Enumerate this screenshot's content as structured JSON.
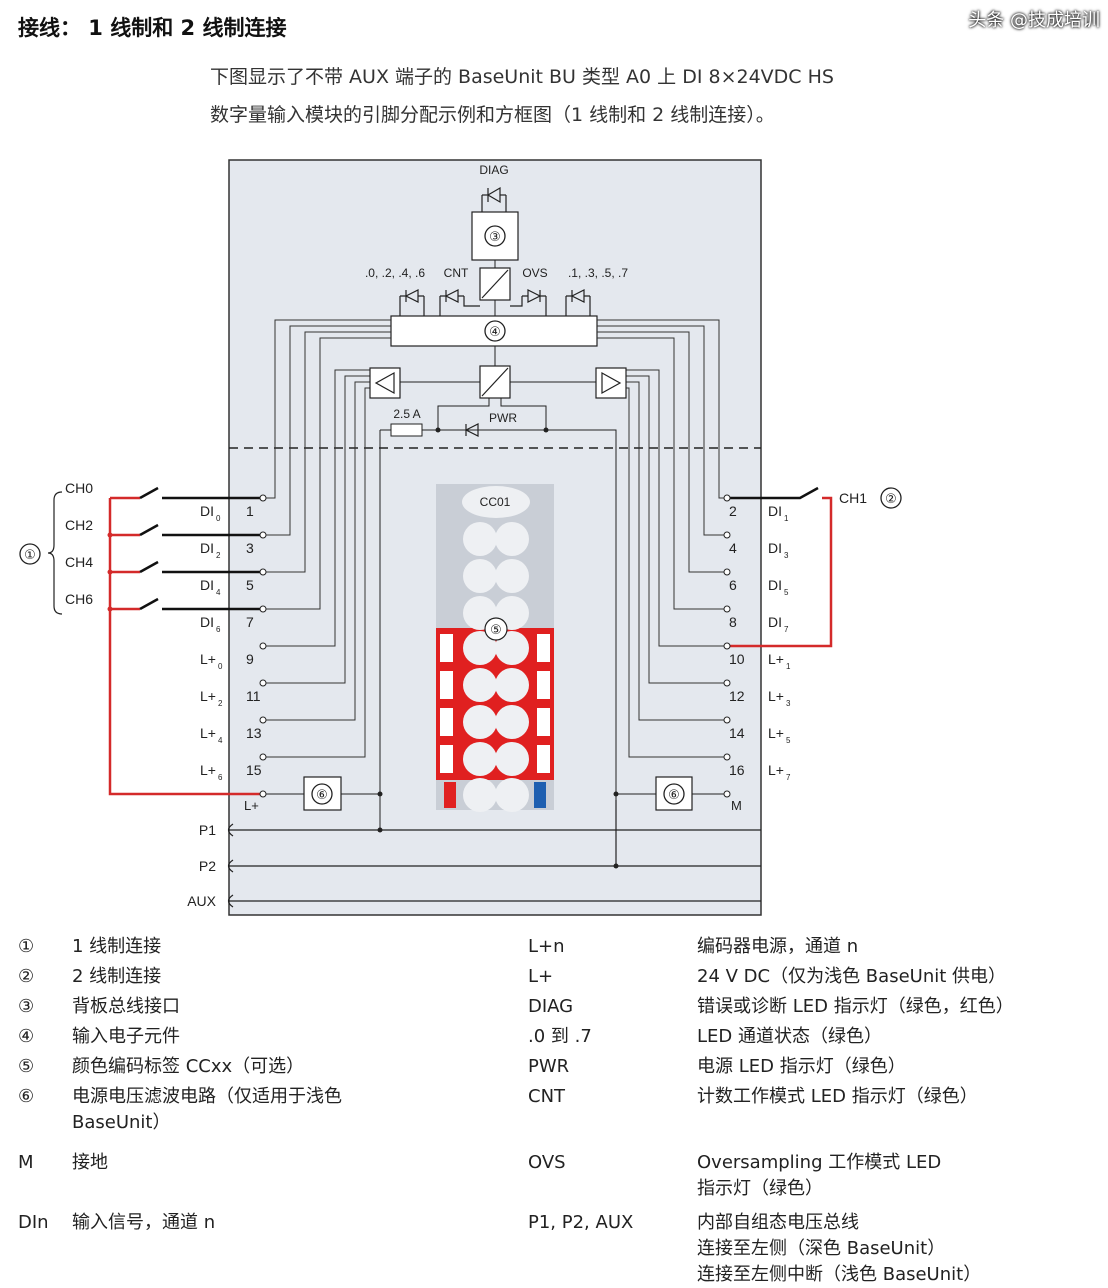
{
  "page": {
    "title": "接线： 1 线制和 2 线制连接",
    "intro": [
      "下图显示了不带 AUX 端子的 BaseUnit BU 类型 A0 上 DI 8×24VDC HS",
      "数字量输入模块的引脚分配示例和方框图（1 线制和 2 线制连接）。"
    ]
  },
  "diagram": {
    "diag_label": "DIAG",
    "led_groups": [
      ".0, .2, .4, .6",
      "CNT",
      "OVS",
      ".1, .3, .5, .7"
    ],
    "callouts": [
      "①",
      "②",
      "③",
      "④",
      "⑤",
      "⑥"
    ],
    "fuse_label": "2.5 A",
    "pwr_label": "PWR",
    "color_label": "CC01",
    "left_channels": [
      "CH0",
      "CH2",
      "CH4",
      "CH6"
    ],
    "right_channel": "CH1",
    "left_terminals": [
      {
        "num": "1",
        "sig": "DI",
        "sub": "0"
      },
      {
        "num": "3",
        "sig": "DI",
        "sub": "2"
      },
      {
        "num": "5",
        "sig": "DI",
        "sub": "4"
      },
      {
        "num": "7",
        "sig": "DI",
        "sub": "6"
      },
      {
        "num": "9",
        "sig": "L+",
        "sub": "0"
      },
      {
        "num": "11",
        "sig": "L+",
        "sub": "2"
      },
      {
        "num": "13",
        "sig": "L+",
        "sub": "4"
      },
      {
        "num": "15",
        "sig": "L+",
        "sub": "6"
      }
    ],
    "right_terminals": [
      {
        "num": "2",
        "sig": "DI",
        "sub": "1"
      },
      {
        "num": "4",
        "sig": "DI",
        "sub": "3"
      },
      {
        "num": "6",
        "sig": "DI",
        "sub": "5"
      },
      {
        "num": "8",
        "sig": "DI",
        "sub": "7"
      },
      {
        "num": "10",
        "sig": "L+",
        "sub": "1"
      },
      {
        "num": "12",
        "sig": "L+",
        "sub": "3"
      },
      {
        "num": "14",
        "sig": "L+",
        "sub": "5"
      },
      {
        "num": "16",
        "sig": "L+",
        "sub": "7"
      }
    ],
    "lplus_label": "L+",
    "m_label": "M",
    "bus_labels": [
      "P1",
      "P2",
      "AUX"
    ],
    "colors": {
      "panel": "#e4e8ee",
      "wire_red": "#d42a2a",
      "label_red": "#e02020",
      "label_blue": "#1f5fb0",
      "label_gray": "#c9ced6"
    }
  },
  "legend": {
    "left": [
      {
        "key": "①",
        "text": "1 线制连接"
      },
      {
        "key": "②",
        "text": "2 线制连接"
      },
      {
        "key": "③",
        "text": "背板总线接口"
      },
      {
        "key": "④",
        "text": "输入电子元件"
      },
      {
        "key": "⑤",
        "text": "颜色编码标签 CCxx（可选）"
      },
      {
        "key": "⑥",
        "text": "电源电压滤波电路（仅适用于浅色",
        "text2": "BaseUnit）"
      },
      {
        "key": "M",
        "text": "接地"
      },
      {
        "key": "DIn",
        "text": "输入信号，通道 n"
      }
    ],
    "right": [
      {
        "key": "L+n",
        "text": "编码器电源，通道 n"
      },
      {
        "key": "L+",
        "text": "24 V DC（仅为浅色 BaseUnit 供电）"
      },
      {
        "key": "DIAG",
        "text": "错误或诊断 LED 指示灯（绿色，红色）"
      },
      {
        "key": ".0 到 .7",
        "text": "LED 通道状态（绿色）"
      },
      {
        "key": "PWR",
        "text": "电源 LED 指示灯（绿色）"
      },
      {
        "key": "CNT",
        "text": "计数工作模式 LED 指示灯（绿色）"
      },
      {
        "key": "OVS",
        "text": "Oversampling 工作模式 LED",
        "text2": "指示灯（绿色）"
      },
      {
        "key": "P1, P2, AUX",
        "text": "内部自组态电压总线",
        "text2": "连接至左侧（深色 BaseUnit）",
        "text3": "连接至左侧中断（浅色 BaseUnit）"
      }
    ]
  },
  "watermark": "头条 @技成培训"
}
